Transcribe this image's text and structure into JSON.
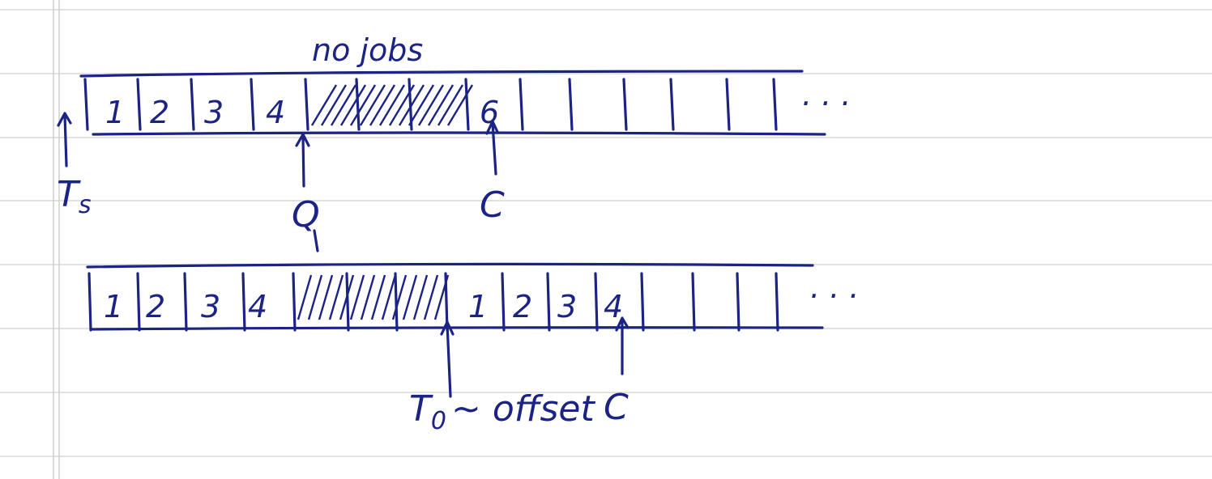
{
  "title_annotation": "no jobs",
  "top_bar": {
    "cells": [
      "1",
      "2",
      "3",
      "4",
      "",
      "",
      "",
      "6",
      "",
      "",
      "",
      "",
      "",
      ""
    ],
    "hatched_cells": 3,
    "ellipsis": ". . ."
  },
  "bottom_bar": {
    "cells_before": [
      "1",
      "2",
      "3",
      "4"
    ],
    "cells_after": [
      "1",
      "2",
      "3",
      "4"
    ],
    "ellipsis": ". . ."
  },
  "labels": {
    "ts": "T",
    "ts_sub": "s",
    "q": "Q",
    "c_top": "C",
    "t0": "T",
    "t0_sub": "0",
    "offset": "~ offset",
    "c_bottom": "C"
  },
  "ink_color": "#1b2384"
}
